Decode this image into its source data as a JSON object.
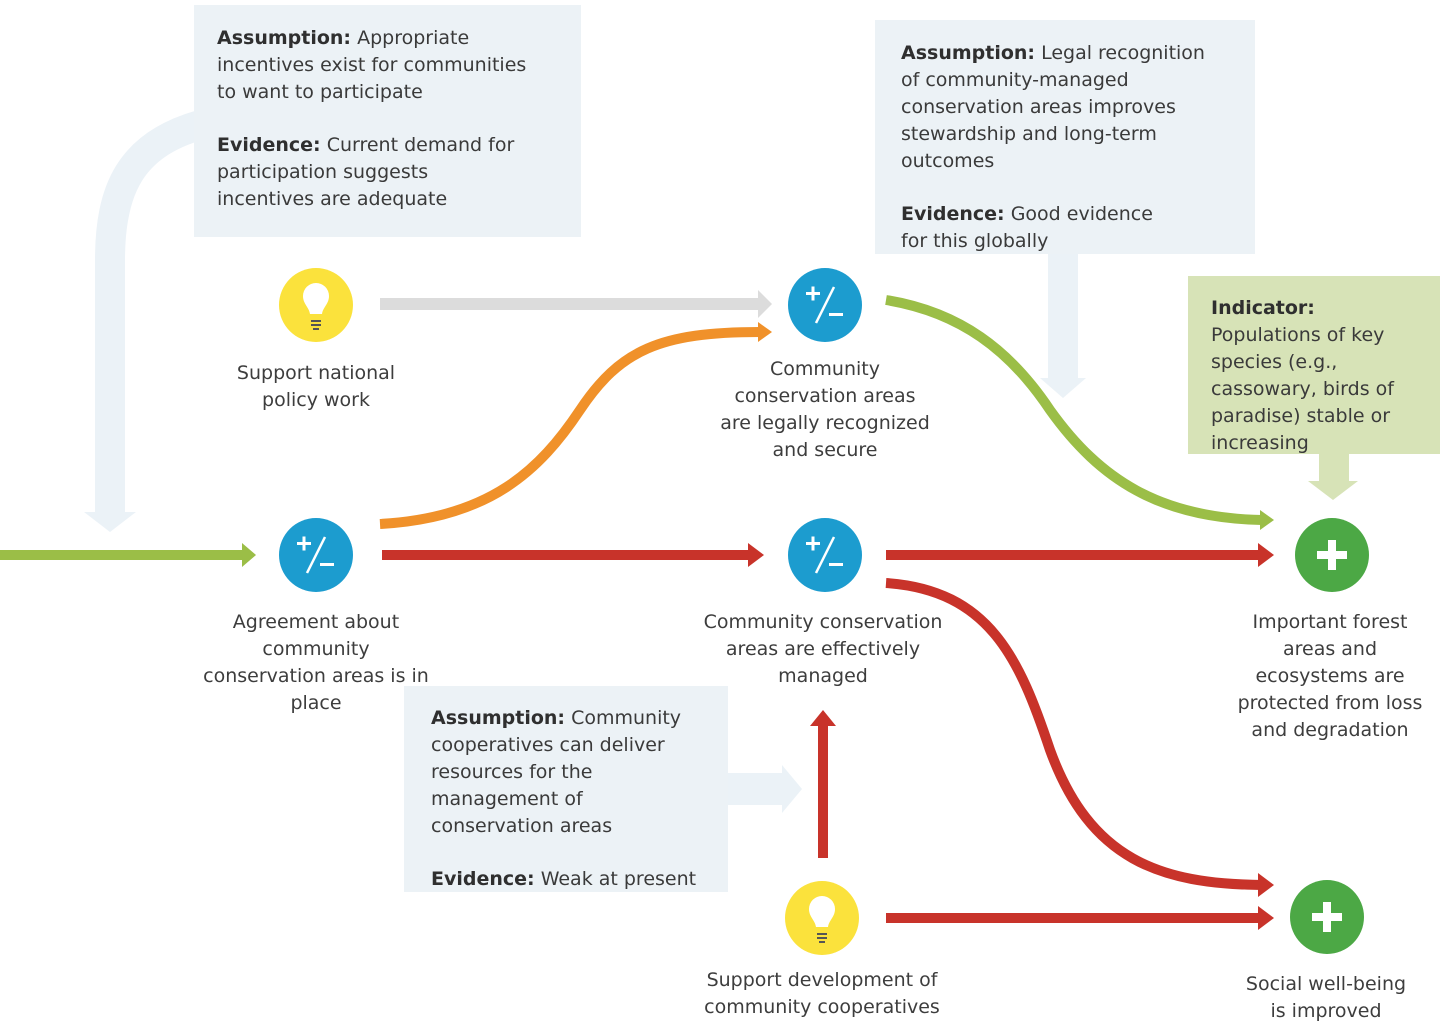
{
  "colors": {
    "box_blue": "#ecf2f6",
    "box_green": "#d7e3b7",
    "green_arrow": "#9bbe47",
    "orange_arrow": "#f0912a",
    "red_arrow": "#c8332a",
    "gray_arrow": "#dcdcdc",
    "pale_arrow": "#ebf2f7",
    "node_blue": "#1c9ccf",
    "node_yellow": "#fbe23c",
    "node_green": "#4ca845"
  },
  "boxes": {
    "a1": {
      "assumption_label": "Assumption:",
      "assumption_text": "Appropriate incentives exist for communities to want to participate",
      "evidence_label": "Evidence:",
      "evidence_text": "Current demand for participation suggests incentives are adequate"
    },
    "a2": {
      "assumption_label": "Assumption:",
      "assumption_text": "Legal recognition of community-managed conservation areas improves stewardship and long-term outcomes",
      "evidence_label": "Evidence:",
      "evidence_text": "Good evidence for this globally"
    },
    "a3": {
      "assumption_label": "Assumption:",
      "assumption_text": "Community cooperatives can deliver resources for the management of conservation areas",
      "evidence_label": "Evidence:",
      "evidence_text": "Weak at present"
    },
    "indicator": {
      "label": "Indicator:",
      "text": "Populations of key species (e.g., cassowary, birds of paradise) stable or increasing"
    }
  },
  "nodes": {
    "policy": {
      "icon": "lightbulb-icon",
      "label": "Support national policy work"
    },
    "legal": {
      "icon": "plus-minus-icon",
      "label": "Community conservation areas are legally recognized and secure"
    },
    "agreement": {
      "icon": "plus-minus-icon",
      "label": "Agreement about community conservation areas is in place"
    },
    "managed": {
      "icon": "plus-minus-icon",
      "label": "Community conservation areas are effectively managed"
    },
    "coop": {
      "icon": "lightbulb-icon",
      "label": "Support development of community cooperatives"
    },
    "forest": {
      "icon": "plus-icon",
      "label": "Important forest areas and ecosystems are protected from loss and degradation"
    },
    "social": {
      "icon": "plus-icon",
      "label": "Social well-being is improved"
    }
  },
  "icons": {
    "plus_minus": "+/−",
    "plus": "+"
  }
}
